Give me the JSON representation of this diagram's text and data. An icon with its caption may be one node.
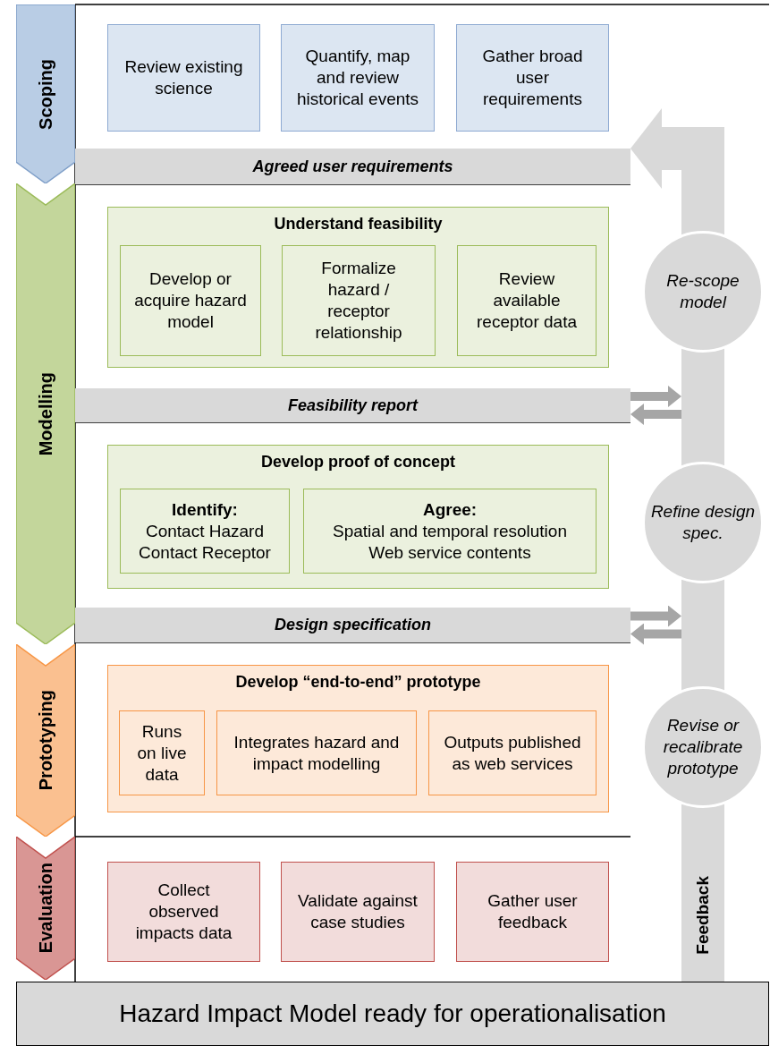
{
  "diagram": {
    "nodes": [
      {
        "text": [
          "Scoping"
        ]
      },
      {
        "text": [
          "Review existing science"
        ]
      },
      {
        "text": [
          "Quantify, map and review historical events"
        ]
      },
      {
        "text": [
          "Gather broad user requirements"
        ]
      },
      {
        "text": [
          "Agreed user requirements"
        ]
      },
      {
        "text": [
          "Modelling"
        ]
      },
      {
        "text": [
          "Understand feasibility"
        ]
      },
      {
        "text": [
          "Develop or acquire hazard model"
        ],
        "in": 6
      },
      {
        "text": [
          "Formalize hazard / receptor relationship"
        ],
        "in": 6
      },
      {
        "text": [
          "Review available receptor data"
        ],
        "in": 6
      },
      {
        "text": [
          "Feasibility report"
        ]
      },
      {
        "text": [
          "Develop proof of concept"
        ]
      },
      {
        "text": [
          "Identify:",
          "Contact Hazard Contact Receptor"
        ],
        "in": 11
      },
      {
        "text": [
          "Agree:",
          "Spatial and temporal resolution Web service contents"
        ],
        "in": 11
      },
      {
        "text": [
          "Design specification"
        ]
      },
      {
        "text": [
          "Prototyping"
        ]
      },
      {
        "text": [
          "Develop “end-to-end” prototype"
        ]
      },
      {
        "text": [
          "Runs on live data"
        ],
        "in": 16
      },
      {
        "text": [
          "Integrates hazard and impact modelling"
        ],
        "in": 16
      },
      {
        "text": [
          "Outputs published as web services"
        ],
        "in": 16
      },
      {
        "text": [
          "Evaluation"
        ]
      },
      {
        "text": [
          "Collect observed impacts data"
        ]
      },
      {
        "text": [
          "Validate against case studies"
        ]
      },
      {
        "text": [
          "Gather user feedback"
        ]
      },
      {
        "text": [
          "Hazard Impact Model ready for operationalisation"
        ]
      },
      {
        "text": [
          "Feedback"
        ]
      },
      {
        "text": [
          "Re-scope model"
        ]
      },
      {
        "text": [
          "Refine design spec."
        ]
      },
      {
        "text": [
          "Revise or recalibrate prototype"
        ]
      }
    ],
    "edges": [
      {
        "from": 25,
        "to": 4,
        "arrow": "to",
        "style": "thick",
        "color": "#d9d9d9"
      },
      {
        "from": 10,
        "to": 25,
        "arrow": "to"
      },
      {
        "from": 25,
        "to": 10,
        "arrow": "to"
      },
      {
        "from": 14,
        "to": 25,
        "arrow": "to"
      },
      {
        "from": 25,
        "to": 14,
        "arrow": "to"
      }
    ]
  }
}
